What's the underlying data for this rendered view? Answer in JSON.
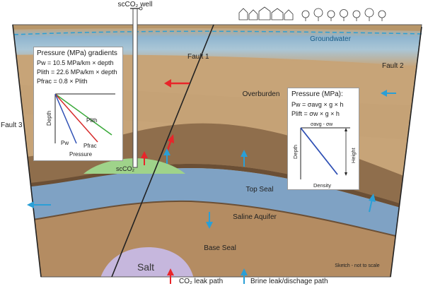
{
  "well": {
    "label": "scCO₂ well"
  },
  "layers": {
    "groundwater": "Groundwater",
    "overburden": "Overburden",
    "top_seal": "Top Seal",
    "saline_aquifer": "Saline Aquifer",
    "base_seal": "Base Seal",
    "salt": "Salt",
    "co2_plume": "scCO₂"
  },
  "faults": {
    "fault1": "Fault 1",
    "fault2": "Fault 2",
    "fault3": "Fault 3"
  },
  "gradient_box": {
    "title": "Pressure (MPa) gradients",
    "line1": "Pw = 10.5 MPa/km × depth",
    "line2": "Plith = 22.6 MPa/km × depth",
    "line3": "Pfrac = 0.8 × Plith",
    "ylabel": "Depth",
    "xlabel": "Pressure",
    "curve_labels": {
      "lith": "Plith",
      "w": "Pw",
      "frac": "Pfrac"
    }
  },
  "pressure_box": {
    "title": "Pressure (MPa):",
    "line1": "Pw = σavg × g × h",
    "line2": "Plift = σw × g × h",
    "ylabel": "Depth",
    "xlabel": "Density",
    "height_label": "Height",
    "delta_label": "σavg - σw"
  },
  "note": "Sketch - not to scale",
  "legend": {
    "co2": "CO₂ leak path",
    "brine": "Brine leak/dischage path"
  },
  "colors": {
    "co2_arrow": "#e8252a",
    "brine_arrow": "#2a9fd6",
    "overburden": "#c7a478",
    "top_seal": "#8f6e4c",
    "aquifer": "#7fa2c4",
    "co2_plume": "#9fd38a",
    "salt": "#c6b7dd"
  }
}
